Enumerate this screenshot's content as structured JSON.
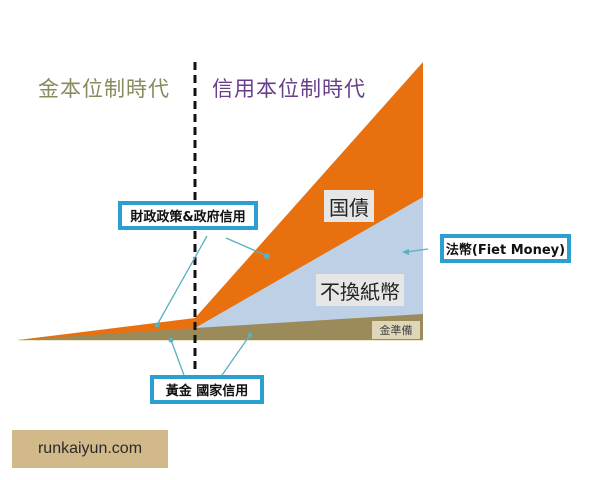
{
  "eras": {
    "gold_standard": "金本位制時代",
    "credit_standard": "信用本位制時代"
  },
  "regions": {
    "government_bonds": "国債",
    "fiat_paper": "不換紙幣",
    "gold_reserve": "金準備"
  },
  "callouts": {
    "fiscal_policy": "財政政策&政府信用",
    "fiat_money": "法幣(Fiet Money)",
    "gold_national_credit": "黃金 國家信用"
  },
  "watermark": "runkaiyun.com",
  "colors": {
    "orange": "#e8700f",
    "light_blue": "#bdd0e6",
    "olive": "#9b8a5a",
    "callout_border": "#2b9fcf",
    "connector": "#5bb0c0",
    "gold_era_text": "#8a8a5e",
    "credit_era_text": "#6a3f8a"
  }
}
